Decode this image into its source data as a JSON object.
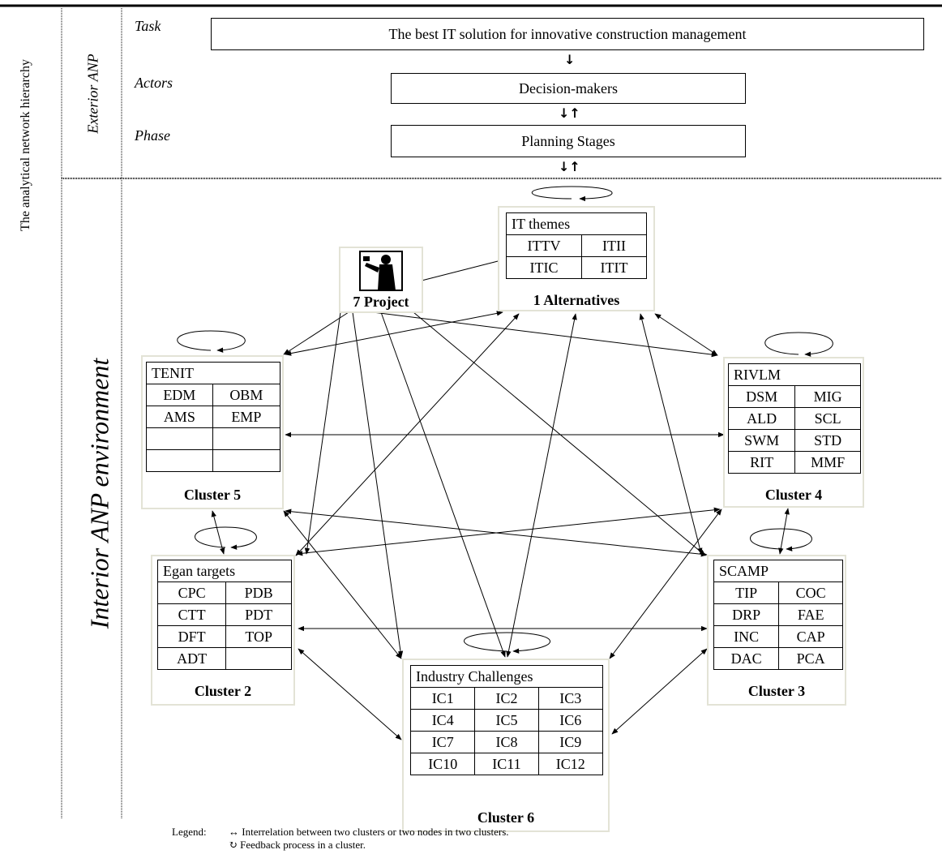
{
  "side_label": "The analytical network hierarchy",
  "exterior_label": "Exterior ANP",
  "interior_label": "Interior ANP environment",
  "exterior": {
    "task_label": "Task",
    "task_text": "The best IT solution for innovative construction management",
    "actors_label": "Actors",
    "actors_text": "Decision-makers",
    "phase_label": "Phase",
    "phase_text": "Planning Stages"
  },
  "project": {
    "label": "7 Project",
    "icon": "worker-icon"
  },
  "clusters": {
    "alternatives": {
      "header": "IT themes",
      "items": [
        "ITTV",
        "ITII",
        "ITIC",
        "ITIT"
      ],
      "name": "1 Alternatives"
    },
    "cluster5": {
      "header": "TENIT",
      "items": [
        "EDM",
        "OBM",
        "AMS",
        "EMP",
        "",
        "",
        "",
        ""
      ],
      "name": "Cluster 5"
    },
    "cluster4": {
      "header": "RIVLM",
      "items": [
        "DSM",
        "MIG",
        "ALD",
        "SCL",
        "SWM",
        "STD",
        "RIT",
        "MMF"
      ],
      "name": "Cluster 4"
    },
    "cluster2": {
      "header": "Egan targets",
      "items": [
        "CPC",
        "PDB",
        "CTT",
        "PDT",
        "DFT",
        "TOP",
        "ADT",
        ""
      ],
      "name": "Cluster 2"
    },
    "cluster3": {
      "header": "SCAMP",
      "items": [
        "TIP",
        "COC",
        "DRP",
        "FAE",
        "INC",
        "CAP",
        "DAC",
        "PCA"
      ],
      "name": "Cluster 3"
    },
    "cluster6": {
      "header": "Industry Challenges",
      "items": [
        "IC1",
        "IC2",
        "IC3",
        "IC4",
        "IC5",
        "IC6",
        "IC7",
        "IC8",
        "IC9",
        "IC10",
        "IC11",
        "IC12"
      ],
      "name": "Cluster 6"
    }
  },
  "legend": {
    "title": "Legend:",
    "line1": "↔ Interrelation between two clusters or two nodes in two clusters.",
    "line2": "↻ Feedback process in a cluster."
  }
}
